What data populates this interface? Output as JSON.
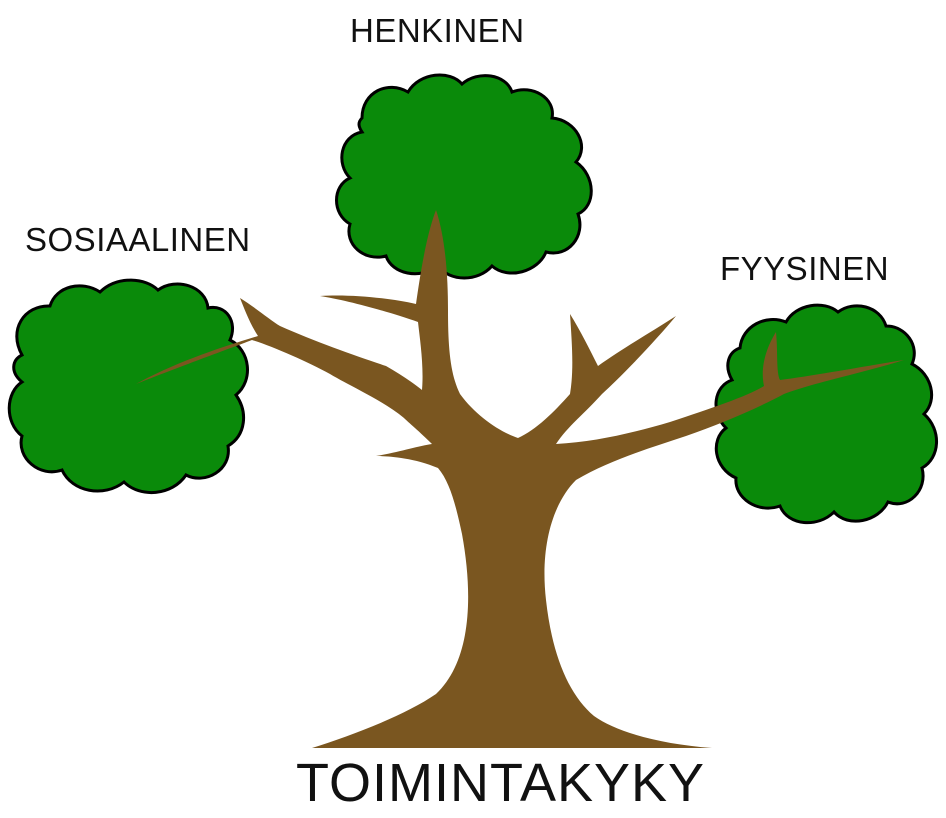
{
  "labels": {
    "top": "HENKINEN",
    "left": "SOSIAALINEN",
    "right": "FYYSINEN",
    "bottom": "TOIMINTAKYKY"
  },
  "colors": {
    "foliage": "#0a8a0a",
    "trunk": "#7a5620",
    "outline": "#000000",
    "text": "#111111",
    "background": "#ffffff"
  }
}
